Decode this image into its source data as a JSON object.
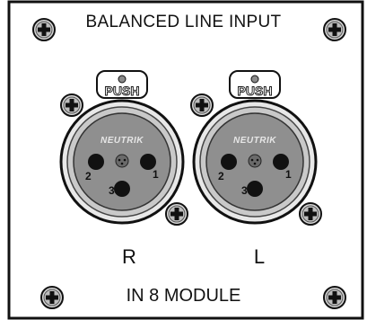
{
  "panel": {
    "title": "BALANCED LINE INPUT",
    "footer": "IN 8 MODULE",
    "background_color": "#ffffff",
    "line_color": "#111111",
    "connector_body_color": "#8f8f8f",
    "connector_ring_color": "#c9c9c9"
  },
  "connectors": [
    {
      "channel_label": "R",
      "brand": "NEUTRIK",
      "release_label": "PUSH",
      "pins": [
        "1",
        "2",
        "3"
      ]
    },
    {
      "channel_label": "L",
      "brand": "NEUTRIK",
      "release_label": "PUSH",
      "pins": [
        "1",
        "2",
        "3"
      ]
    }
  ],
  "screws": [
    "top-left",
    "top-right",
    "bottom-left",
    "bottom-right",
    "r-top-left",
    "r-bottom-right",
    "l-top-left",
    "l-bottom-right"
  ],
  "icons": {
    "screw": "phillips-screw-icon",
    "connector": "xlr-female-connector-icon"
  }
}
